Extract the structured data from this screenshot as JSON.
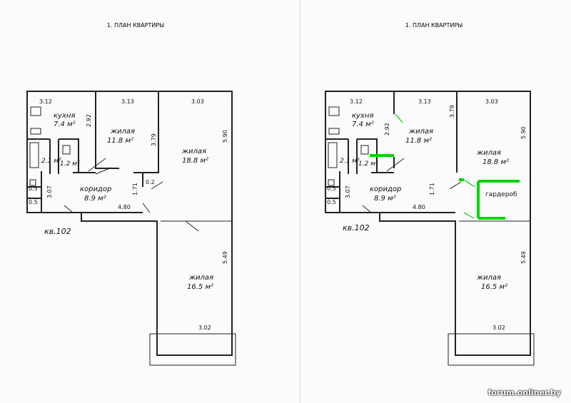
{
  "sheet_title": "1. ПЛАН КВАРТИРЫ",
  "apartment_label": "кв.102",
  "watermark": "forum.onliner.by",
  "wardrobe_label": "гардероб",
  "colors": {
    "wall": "#222222",
    "new_wall": "#00d400"
  },
  "rooms": {
    "kitchen": {
      "name": "кухня",
      "area": "7.4 м²"
    },
    "living1": {
      "name": "жилая",
      "area": "11.8 м²"
    },
    "living2": {
      "name": "жилая",
      "area": "18.8 м²"
    },
    "living3": {
      "name": "жилая",
      "area": "16.5 м²"
    },
    "corridor": {
      "name": "коридор",
      "area": "8.9 м²"
    },
    "bath": {
      "area": "2.1 м²"
    },
    "wc": {
      "area": "1.2 м²"
    }
  },
  "dims": {
    "d312": "3.12",
    "d313": "3.13",
    "d303": "3.03",
    "d292": "2.92",
    "d379": "3.79",
    "d590": "5.90",
    "d307": "3.07",
    "d05": "0.5",
    "d171": "1.71",
    "d02": "0.2",
    "d480": "4.80",
    "d549": "5.49",
    "d302": "3.02"
  }
}
